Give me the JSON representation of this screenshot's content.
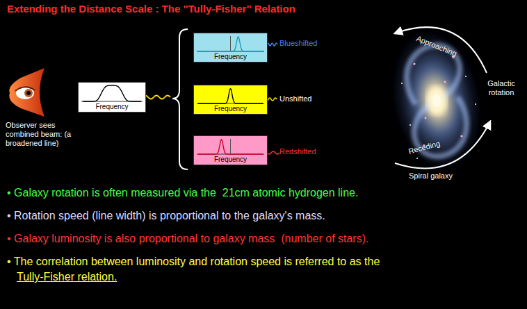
{
  "diagram": {
    "title": "Extending the Distance Scale : The \"Tully-Fisher\" Relation",
    "nodes": [
      {
        "text": [
          "Frequency"
        ]
      },
      {
        "text": [
          "Frequency"
        ]
      },
      {
        "text": [
          "Frequency"
        ]
      },
      {
        "text": [
          "Frequency"
        ]
      }
    ],
    "labels": [
      "Observer sees combined beam: (a broadened line)",
      "Blueshifted",
      "Unshifted",
      "Redshifted",
      "Approaching",
      "Galactic rotation",
      "Receding",
      "Spiral galaxy",
      "• Galaxy rotation is often measured via the  21cm atomic hydrogen line.",
      "• Rotation speed (line width) is proportional to the galaxy's mass.",
      "• Galaxy luminosity is also proportional to galaxy mass  (number of stars).",
      "• The correlation between luminosity and rotation speed is referred to as the",
      "Tully-Fisher relation."
    ]
  }
}
